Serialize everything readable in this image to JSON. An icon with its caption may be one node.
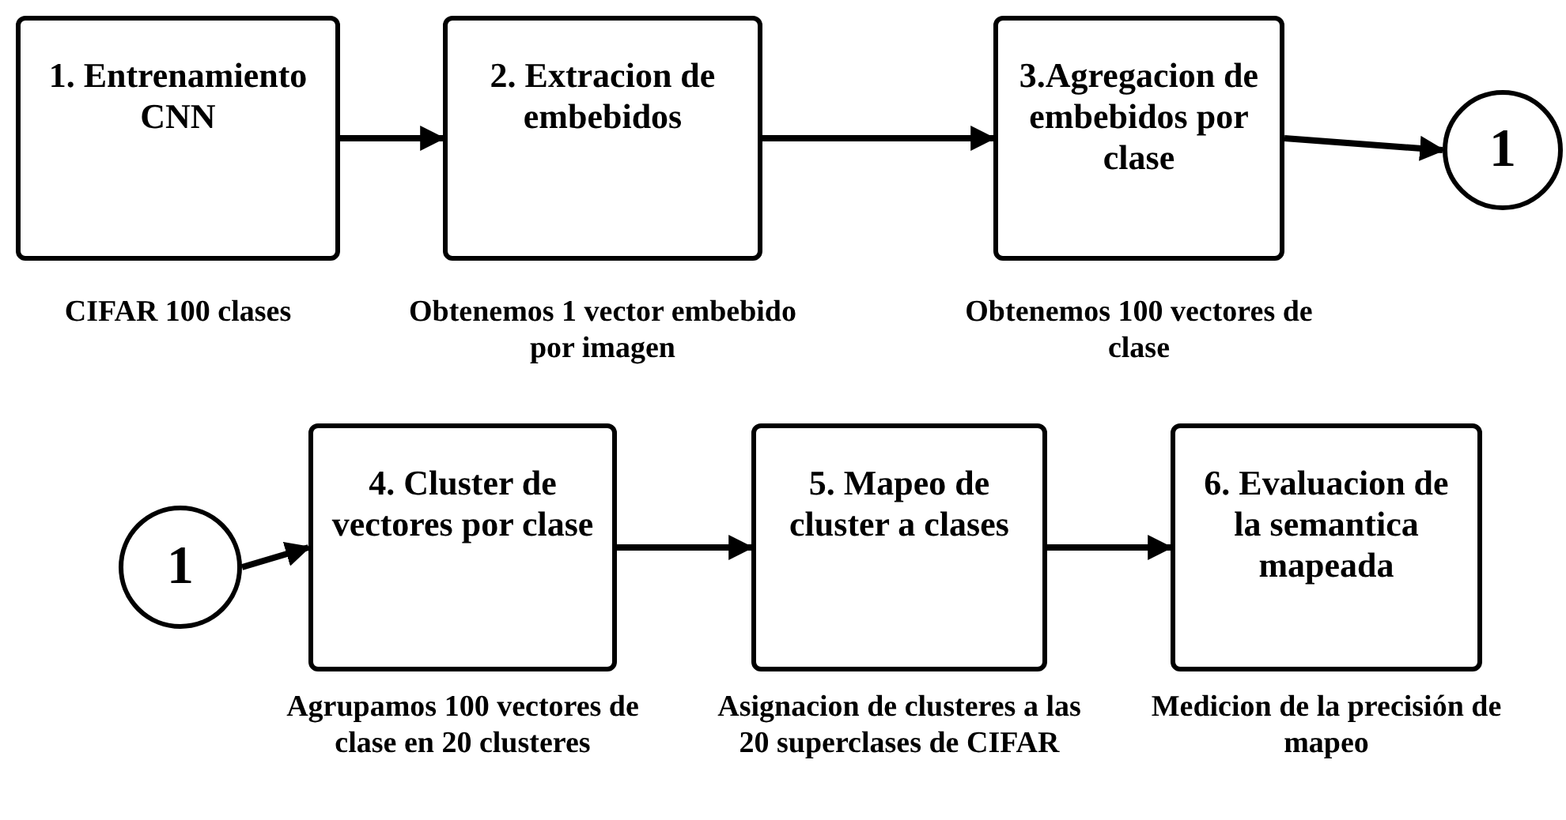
{
  "diagram": {
    "nodes": [
      {
        "text": [
          "1. Entrenamiento CNN"
        ],
        "beside": [
          "CIFAR 100 clases"
        ]
      },
      {
        "text": [
          "2. Extracion de embebidos"
        ],
        "beside": [
          "Obtenemos 1 vector embebido por imagen"
        ]
      },
      {
        "text": [
          "3.Agregacion de embebidos por clase"
        ],
        "beside": [
          "Obtenemos 100 vectores de clase"
        ]
      },
      {
        "text": [
          "1"
        ]
      },
      {
        "text": [
          "1"
        ]
      },
      {
        "text": [
          "4. Cluster de vectores por clase"
        ],
        "beside": [
          "Agrupamos 100 vectores de clase en 20 clusteres"
        ]
      },
      {
        "text": [
          "5. Mapeo de cluster a clases"
        ],
        "beside": [
          "Asignacion de clusteres a las 20 superclases de CIFAR"
        ]
      },
      {
        "text": [
          "6. Evaluacion de la semantica mapeada"
        ],
        "beside": [
          "Medicion de la precisión de mapeo"
        ]
      }
    ],
    "edges": [
      {
        "from": 0,
        "to": 1,
        "arrow": "to"
      },
      {
        "from": 1,
        "to": 2,
        "arrow": "to"
      },
      {
        "from": 2,
        "to": 3,
        "arrow": "to"
      },
      {
        "from": 4,
        "to": 5,
        "arrow": "to"
      },
      {
        "from": 5,
        "to": 6,
        "arrow": "to"
      },
      {
        "from": 6,
        "to": 7,
        "arrow": "to"
      }
    ]
  }
}
